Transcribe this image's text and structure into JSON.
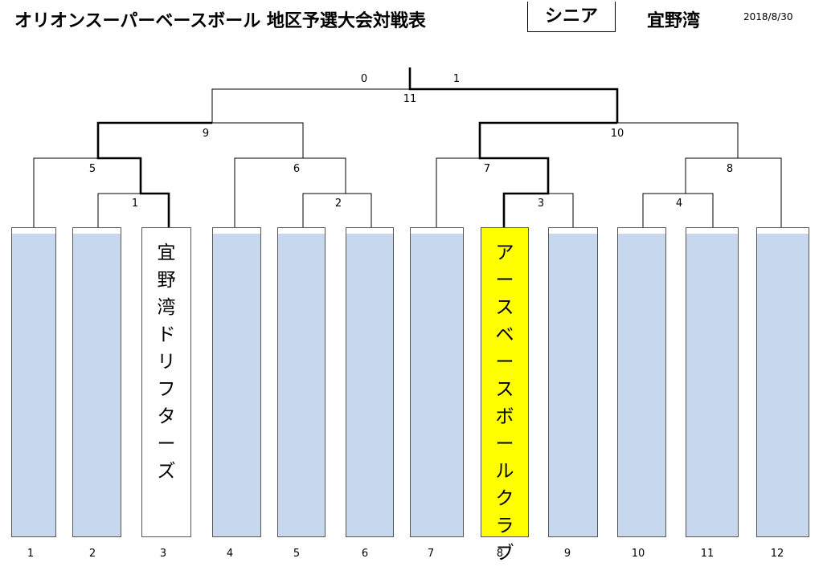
{
  "header": {
    "title": "オリオンスーパーベースボール 地区予選大会対戦表",
    "division": "シニア",
    "region": "宜野湾",
    "date": "2018/8/30"
  },
  "slots": [
    {
      "number": "1",
      "team": ""
    },
    {
      "number": "2",
      "team": ""
    },
    {
      "number": "3",
      "team": "宜野湾ドリフターズ",
      "highlight": "white"
    },
    {
      "number": "4",
      "team": ""
    },
    {
      "number": "5",
      "team": ""
    },
    {
      "number": "6",
      "team": ""
    },
    {
      "number": "7",
      "team": ""
    },
    {
      "number": "8",
      "team": "アースベースボールクラブ",
      "highlight": "yellow"
    },
    {
      "number": "9",
      "team": ""
    },
    {
      "number": "10",
      "team": ""
    },
    {
      "number": "11",
      "team": ""
    },
    {
      "number": "12",
      "team": ""
    }
  ],
  "games": [
    {
      "label": "1"
    },
    {
      "label": "2"
    },
    {
      "label": "3"
    },
    {
      "label": "4"
    },
    {
      "label": "5"
    },
    {
      "label": "6"
    },
    {
      "label": "7"
    },
    {
      "label": "8"
    },
    {
      "label": "9"
    },
    {
      "label": "10"
    },
    {
      "label": "11"
    }
  ],
  "final_scores": {
    "left": "0",
    "right": "1"
  },
  "colors": {
    "slot_fill": "#c6d7ee",
    "highlight_yellow": "#ffff00"
  }
}
